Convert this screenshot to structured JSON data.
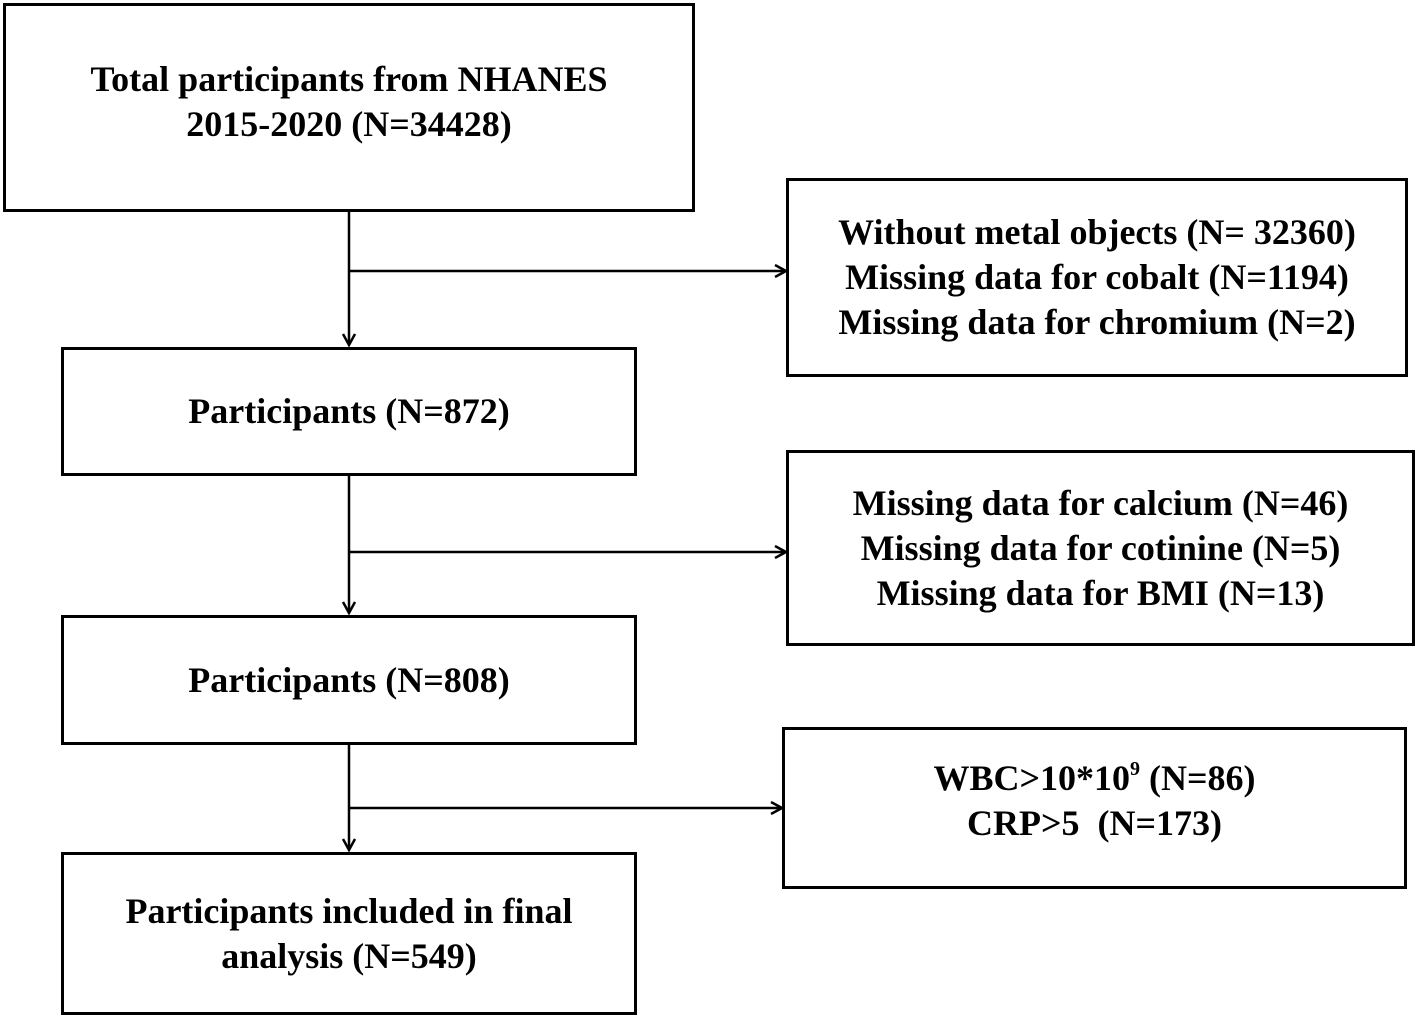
{
  "main_flow": {
    "start": {
      "line1": "Total participants from NHANES",
      "line2": "2015-2020 (N=34428)"
    },
    "step1": {
      "label": "Participants (N=872)"
    },
    "step2": {
      "label": "Participants (N=808)"
    },
    "final": {
      "line1": "Participants included in final",
      "line2": "analysis (N=549)"
    }
  },
  "exclusions": {
    "first": {
      "lines": [
        "Without metal objects (N= 32360)",
        "Missing data for cobalt (N=1194)",
        "Missing data for chromium (N=2)"
      ]
    },
    "second": {
      "lines": [
        "Missing data for calcium (N=46)",
        "Missing data for cotinine (N=5)",
        "Missing data for BMI (N=13)"
      ]
    },
    "third": {
      "wbc_prefix": "WBC>10*10",
      "wbc_exponent": "9",
      "wbc_suffix": " (N=86)",
      "crp": "CRP>5  (N=173)"
    }
  }
}
